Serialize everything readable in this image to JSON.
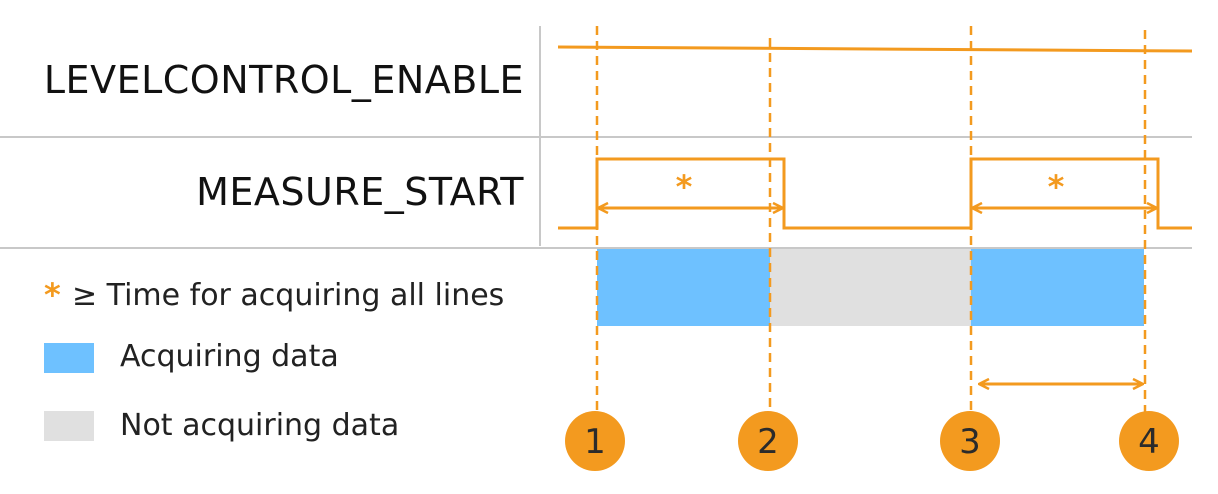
{
  "signals": [
    {
      "name": "LEVELCONTROL_ENABLE"
    },
    {
      "name": "MEASURE_START"
    }
  ],
  "pulse_marker": "*",
  "legend": [
    {
      "symbol": "*",
      "text": "≥ Time for acquiring all lines"
    },
    {
      "text": "Acquiring data",
      "color": "#6ec1ff"
    },
    {
      "text": "Not acquiring data",
      "color": "#e0e0e0"
    }
  ],
  "markers": [
    {
      "label": "1"
    },
    {
      "label": "2"
    },
    {
      "label": "3"
    },
    {
      "label": "4"
    }
  ],
  "colors": {
    "signal": "#f39a1f",
    "acquiring": "#6ec1ff",
    "not_acquiring": "#e0e0e0",
    "grid": "#c8c8c8",
    "marker_text": "#2b2b2b"
  }
}
